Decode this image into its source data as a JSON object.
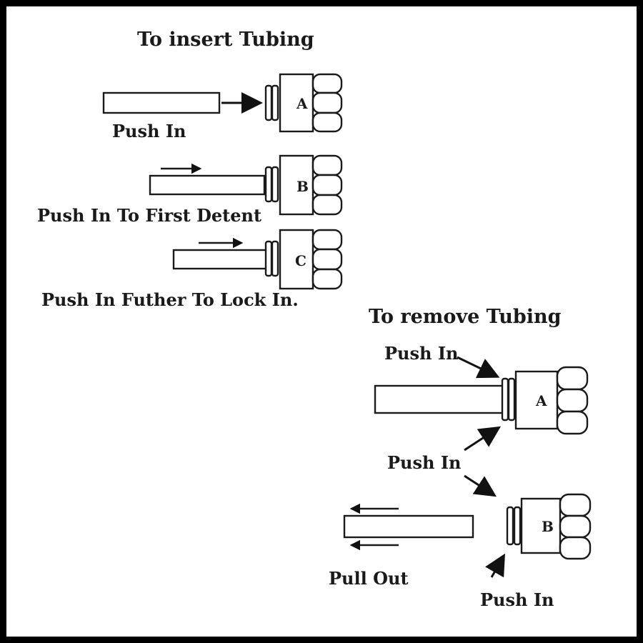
{
  "insert": {
    "title": "To insert Tubing",
    "step_a": {
      "letter": "A",
      "caption": "Push In"
    },
    "step_b": {
      "letter": "B",
      "caption": "Push In To First Detent"
    },
    "step_c": {
      "letter": "C",
      "caption": "Push In Futher To Lock In."
    }
  },
  "remove": {
    "title": "To remove Tubing",
    "step_a": {
      "letter": "A",
      "caption_top": "Push In",
      "caption_bottom": "Push In"
    },
    "step_b": {
      "letter": "B",
      "caption_left": "Pull Out",
      "caption_bottom": "Push In"
    }
  }
}
